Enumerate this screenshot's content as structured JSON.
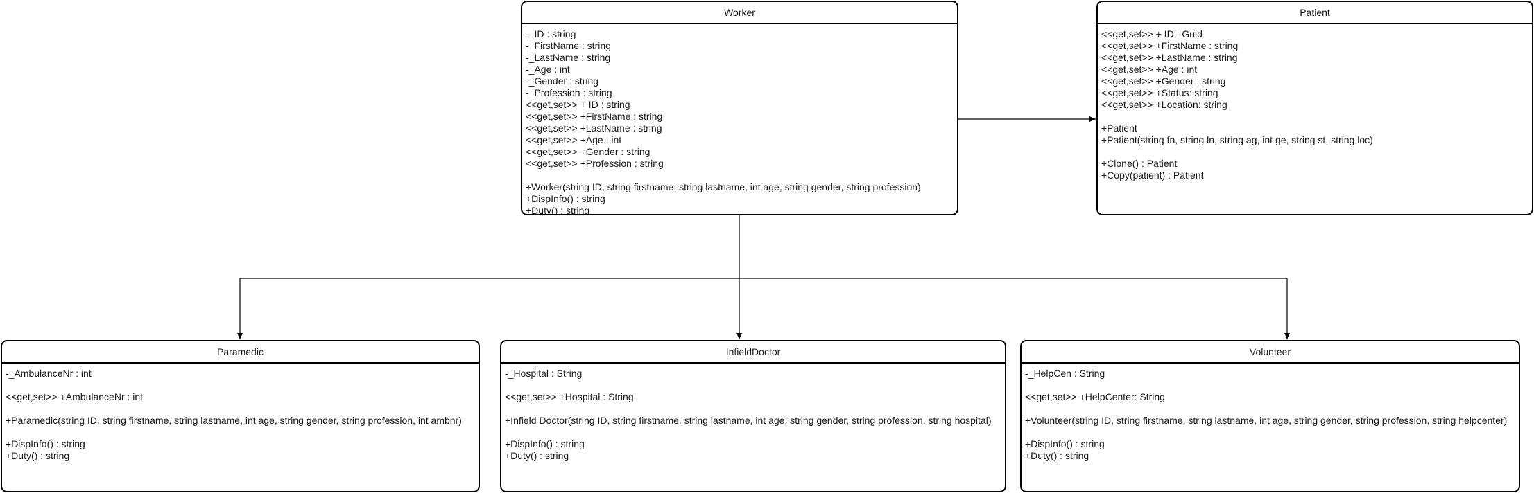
{
  "classes": {
    "worker": {
      "name": "Worker",
      "fields": [
        "-_ID : string",
        "-_FirstName : string",
        "-_LastName : string",
        "-_Age : int",
        "-_Gender : string",
        "-_Profession : string"
      ],
      "properties": [
        "<<get,set>> + ID : string",
        "<<get,set>> +FirstName : string",
        "<<get,set>> +LastName : string",
        "<<get,set>> +Age : int",
        "<<get,set>> +Gender : string",
        "<<get,set>> +Profession : string"
      ],
      "methods": [
        "+Worker(string ID, string firstname, string lastname, int age, string gender, string profession)",
        "+DispInfo() : string",
        "+Duty() : string"
      ]
    },
    "patient": {
      "name": "Patient",
      "properties": [
        "<<get,set>> + ID : Guid",
        "<<get,set>> +FirstName : string",
        "<<get,set>> +LastName : string",
        "<<get,set>> +Age : int",
        "<<get,set>> +Gender : string",
        "<<get,set>> +Status: string",
        "<<get,set>> +Location: string"
      ],
      "constructors": [
        "+Patient",
        "+Patient(string fn, string ln, string ag, int ge, string st, string loc)"
      ],
      "methods": [
        "+Clone() : Patient",
        "+Copy(patient) : Patient"
      ]
    },
    "paramedic": {
      "name": "Paramedic",
      "fields": [
        "-_AmbulanceNr : int"
      ],
      "properties": [
        "<<get,set>> +AmbulanceNr : int"
      ],
      "constructors": [
        "+Paramedic(string ID, string firstname, string lastname, int age, string gender, string profession, int ambnr)"
      ],
      "methods": [
        "+DispInfo() : string",
        "+Duty() : string"
      ]
    },
    "infielddoctor": {
      "name": "InfieldDoctor",
      "fields": [
        "-_Hospital : String"
      ],
      "properties": [
        "<<get,set>> +Hospital : String"
      ],
      "constructors": [
        "+Infield Doctor(string ID, string firstname, string lastname, int age, string gender, string profession, string hospital)"
      ],
      "methods": [
        "+DispInfo() : string",
        "+Duty() : string"
      ]
    },
    "volunteer": {
      "name": "Volunteer",
      "fields": [
        "-_HelpCen : String"
      ],
      "properties": [
        "<<get,set>> +HelpCenter: String"
      ],
      "constructors": [
        "+Volunteer(string ID, string firstname, string lastname, int age, string gender, string profession, string helpcenter)"
      ],
      "methods": [
        "+DispInfo() : string",
        "+Duty() : string"
      ]
    }
  }
}
